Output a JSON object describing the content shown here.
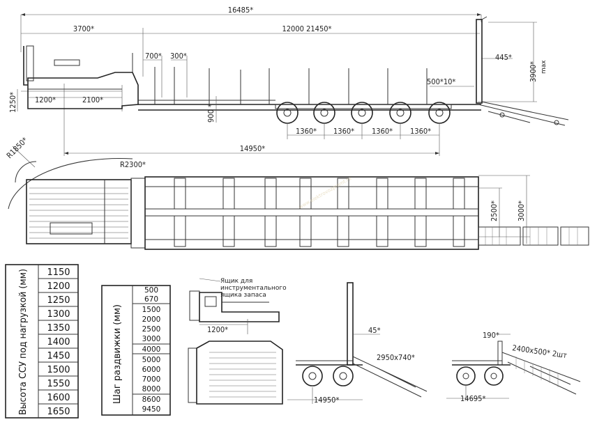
{
  "side_view": {
    "overall_length": "16485*",
    "gooseneck_length": "3700*",
    "deck_length": "12000 21450*",
    "rear_overhang": "445*",
    "height_max_value": "3900*",
    "height_max_unit": "max",
    "dim_700": "700*",
    "dim_300": "300*",
    "dim_1200": "1200*",
    "dim_2100": "2100*",
    "dim_1250": "1250*",
    "dim_900": "900 *",
    "ramp_step": "500*10*",
    "axle_spacings": [
      "1360*",
      "1360*",
      "1360*",
      "1360*"
    ],
    "wheelbase": "14950*"
  },
  "top_view": {
    "turn_radius_front": "R1850*",
    "turn_radius": "R2300*",
    "inner_width": "2500*",
    "overall_width": "3000*"
  },
  "height_table": {
    "header": "Высота ССУ под нагрузкой (мм)",
    "values": [
      "1150",
      "1200",
      "1250",
      "1300",
      "1350",
      "1400",
      "1450",
      "1500",
      "1550",
      "1600",
      "1650"
    ]
  },
  "step_table": {
    "header": "Шаг раздвижки (мм)",
    "values": [
      "500",
      "670",
      "1500",
      "2000",
      "2500",
      "3000",
      "4000",
      "5000",
      "6000",
      "7000",
      "8000",
      "8600",
      "9450"
    ]
  },
  "detail_views": {
    "toolbox_note_line1": "Ящик для",
    "toolbox_note_line2": "инструментального",
    "toolbox_note_line3": "ящика запаса",
    "dim_toolbox": "1200*",
    "ramp_angle_1": "45*",
    "ramp_size_1": "2950x740*",
    "wheelbase_1": "14950*",
    "dim_190": "190*",
    "ramp_size_2": "2400x500* 2шт",
    "wheelbase_2": "14695*"
  },
  "watermark": "www.elektrovozpromt.ru"
}
